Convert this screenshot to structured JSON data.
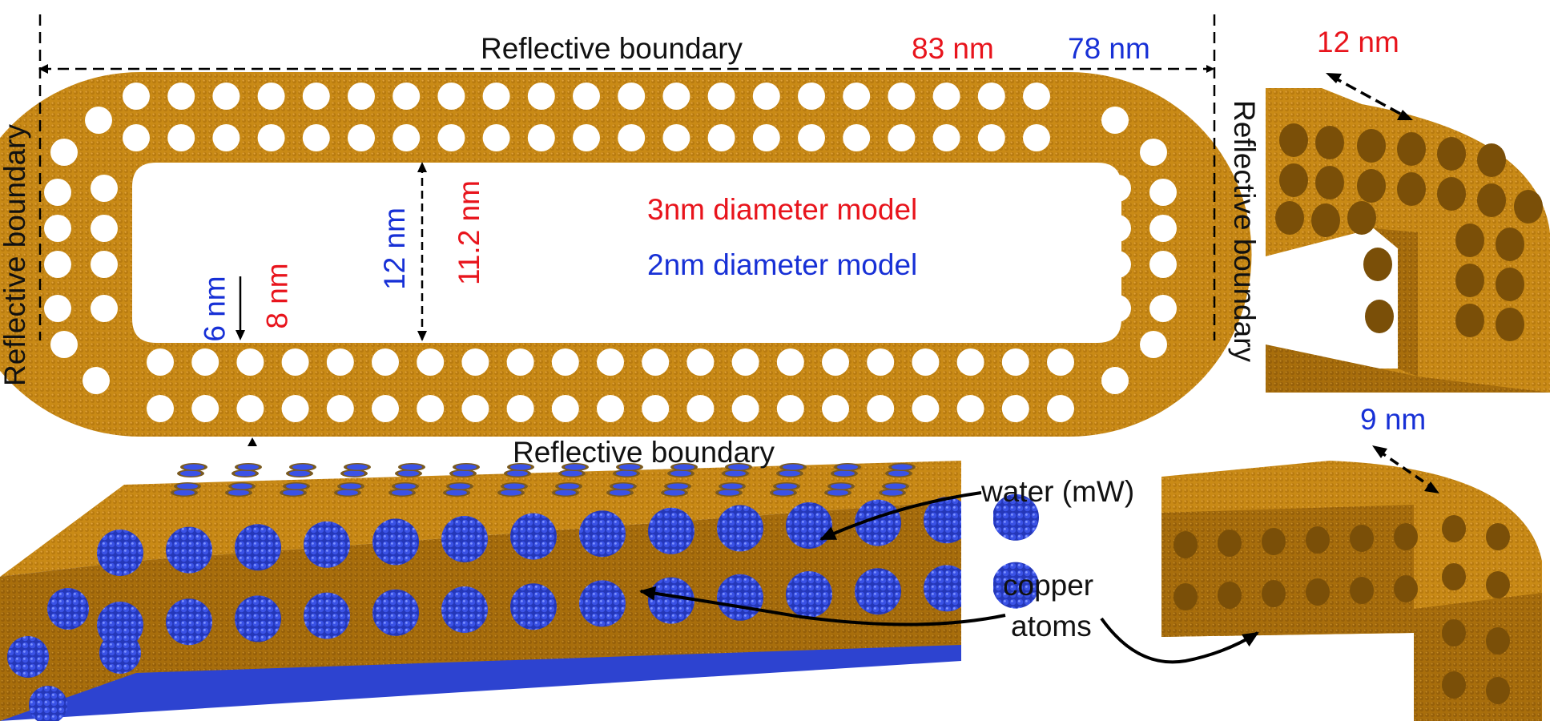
{
  "boundary_labels": {
    "top": "Reflective boundary",
    "bottom": "Reflective boundary",
    "left": "Reflective boundary",
    "right": "Reflective boundary"
  },
  "dimensions": {
    "length_3nm": "83 nm",
    "length_2nm": "78 nm",
    "inner_height_2nm": "12 nm",
    "inner_height_3nm": "11.2 nm",
    "wall_2nm": "6 nm",
    "wall_3nm": "8 nm",
    "corner_3nm": "12 nm",
    "corner_2nm": "9 nm"
  },
  "legend": {
    "model_3nm": "3nm diameter model",
    "model_2nm": "2nm diameter model"
  },
  "annotations": {
    "water": "water (mW)",
    "copper_line1": "copper",
    "copper_line2": "atoms"
  },
  "colors": {
    "copper": "#c98a16",
    "copper_dark": "#9a6408",
    "water": "#2f44d8",
    "red_text": "#e8141c",
    "blue_text": "#1730d6"
  }
}
